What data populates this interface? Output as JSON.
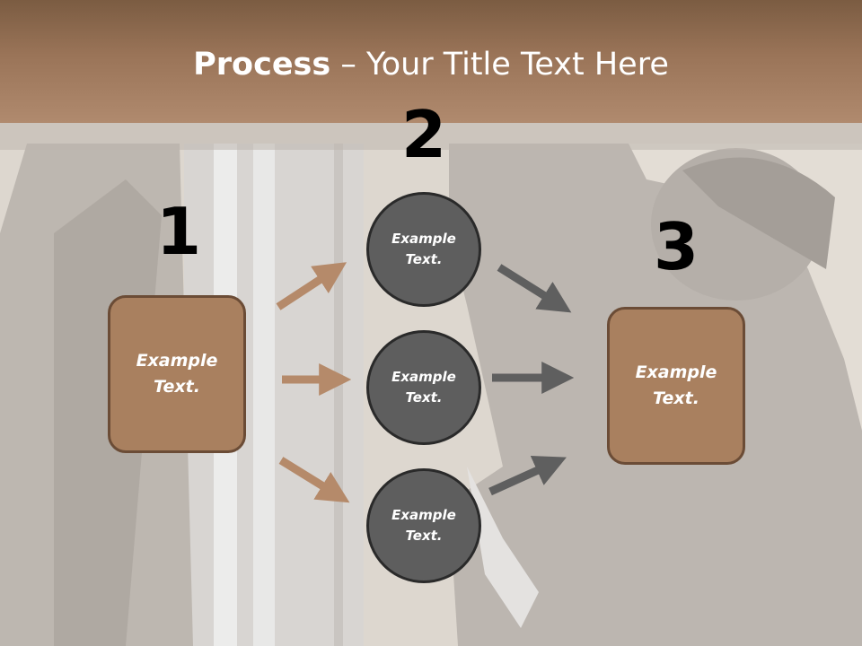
{
  "title": {
    "bold": "Process",
    "rest": " – Your Title Text Here"
  },
  "steps": [
    "1",
    "2",
    "3"
  ],
  "left_box": "Example Text.",
  "right_box": "Example Text.",
  "circles": [
    "Example Text.",
    "Example Text.",
    "Example Text."
  ],
  "colors": {
    "header": "#9a7458",
    "box_fill": "#a9805f",
    "box_border": "#6b4c36",
    "circle_fill": "#5e5e5e",
    "brown_arrow": "#b58a6a",
    "gray_arrow": "#5f5f5f"
  }
}
